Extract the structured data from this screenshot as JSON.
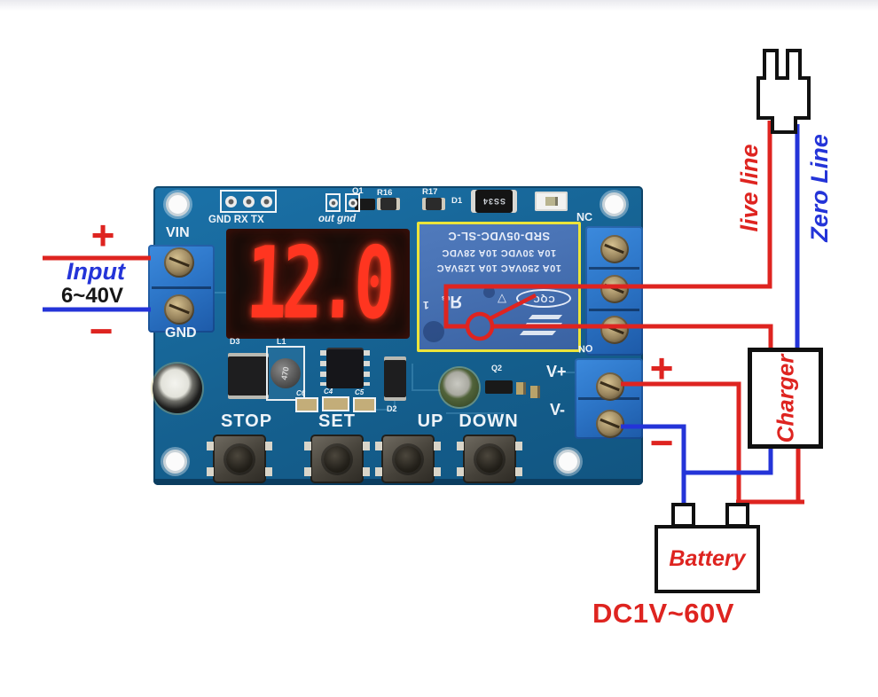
{
  "colors": {
    "red": "#de2420",
    "blue": "#2434d8",
    "pcb": "#166598",
    "pcbDark": "#0b3d60",
    "relayBlue": "#4a74b6",
    "relayOutline": "#ece43a",
    "terminalBlue": "#2d76c8",
    "silk": "#edf3f8",
    "digit": "#ff3520",
    "displayBg": "#190d09",
    "boxBorder": "#101010"
  },
  "board": {
    "silk": {
      "pads3": "GND RX TX",
      "q1": "Q1",
      "out_gnd": "out gnd",
      "r16": "R16",
      "r17": "R17",
      "d1": "D1",
      "nc": "NC",
      "vin": "VIN",
      "gnd": "GND",
      "no": "NO",
      "vplus": "V+",
      "vminus": "V-",
      "q2": "Q2",
      "d3": "D3",
      "l1": "L1",
      "c6": "C6",
      "c4": "C4",
      "c5": "C5",
      "d2": "D2"
    },
    "display": {
      "value": "12.0"
    },
    "relay": {
      "line1": "SRD-05VDC-SL-C",
      "line2": "10A 30VDC  10A 28VDC",
      "line3": "10A 250VAC  10A 125VAC",
      "ul_r": "R",
      "ul_us": "us",
      "ul_one": "1",
      "tri": "▽",
      "cqc": "CQC"
    },
    "markings": {
      "d1": "SS34",
      "l1": "470"
    },
    "buttons": [
      "STOP",
      "SET",
      "UP",
      "DOWN"
    ]
  },
  "annotations": {
    "input": {
      "plus": "+",
      "label": "Input",
      "range": "6~40V",
      "minus": "−"
    },
    "output": {
      "plus": "+",
      "minus": "−"
    },
    "ac": {
      "live": "live line",
      "zero": "Zero Line"
    },
    "charger": {
      "label": "Charger"
    },
    "battery": {
      "label": "Battery",
      "range": "DC1V~60V"
    }
  }
}
